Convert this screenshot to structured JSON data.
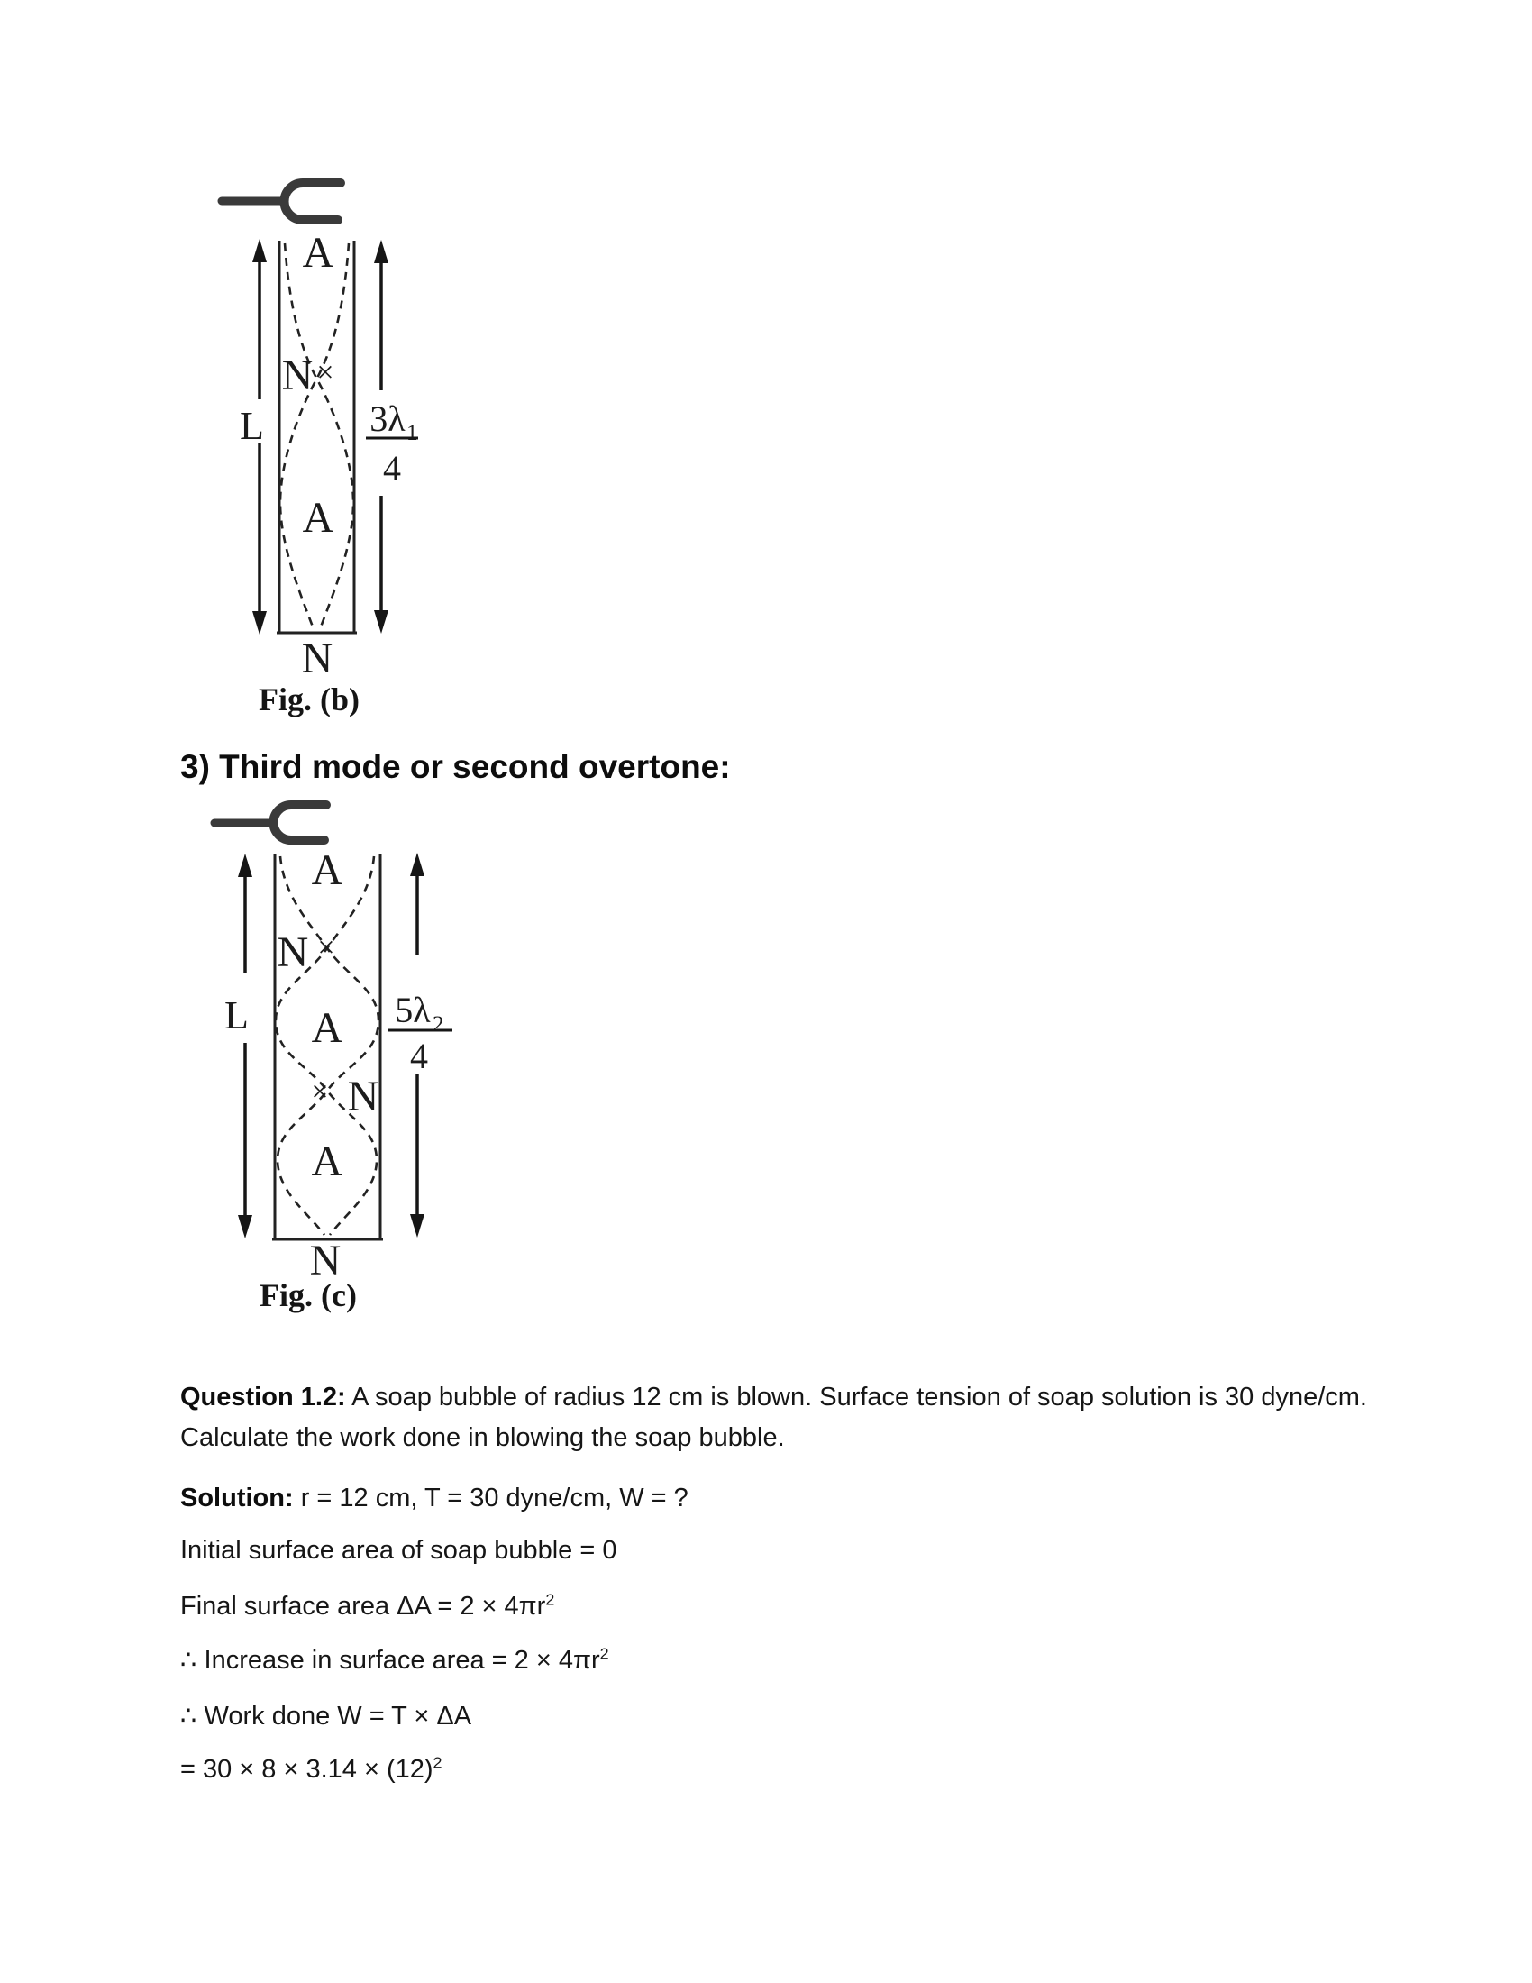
{
  "page": {
    "colors": {
      "background": "#ffffff",
      "text": "#111111"
    }
  },
  "figure_b": {
    "caption": "Fig. (b)",
    "labels": {
      "antinode_top": "A",
      "node_mid": "N",
      "cross": "×",
      "antinode_mid": "A",
      "node_bottom": "N",
      "length": "L",
      "fraction_num": "3λ",
      "fraction_num_sub": "1",
      "fraction_den": "4"
    }
  },
  "heading": {
    "text": "3) Third mode or second overtone:"
  },
  "figure_c": {
    "caption": "Fig. (c)",
    "labels": {
      "antinode_top": "A",
      "node_1": "N",
      "cross_1": "×",
      "antinode_mid": "A",
      "cross_2": "×",
      "node_2": "N",
      "antinode_bottom": "A",
      "node_bottom": "N",
      "length": "L",
      "fraction_num": "5λ",
      "fraction_num_sub": "2",
      "fraction_den": "4"
    }
  },
  "question": {
    "label": "Question 1.2:",
    "text": " A soap bubble of radius 12 cm is blown. Surface tension of soap solution is 30 dyne/cm. Calculate the work done in blowing the soap bubble."
  },
  "solution": {
    "label": "Solution:",
    "given": " r = 12 cm, T = 30 dyne/cm, W = ?",
    "line_initial": "Initial surface area of soap bubble = 0",
    "line_final_pre": "Final surface area ΔA = 2 × 4πr",
    "line_final_sup": "2",
    "line_increase_pre": "∴ Increase in surface area = 2 × 4πr",
    "line_increase_sup": "2",
    "line_work": "∴ Work done W = T × ΔA",
    "line_calc_pre": "= 30 × 8 × 3.14 × (12)",
    "line_calc_sup": "2"
  }
}
